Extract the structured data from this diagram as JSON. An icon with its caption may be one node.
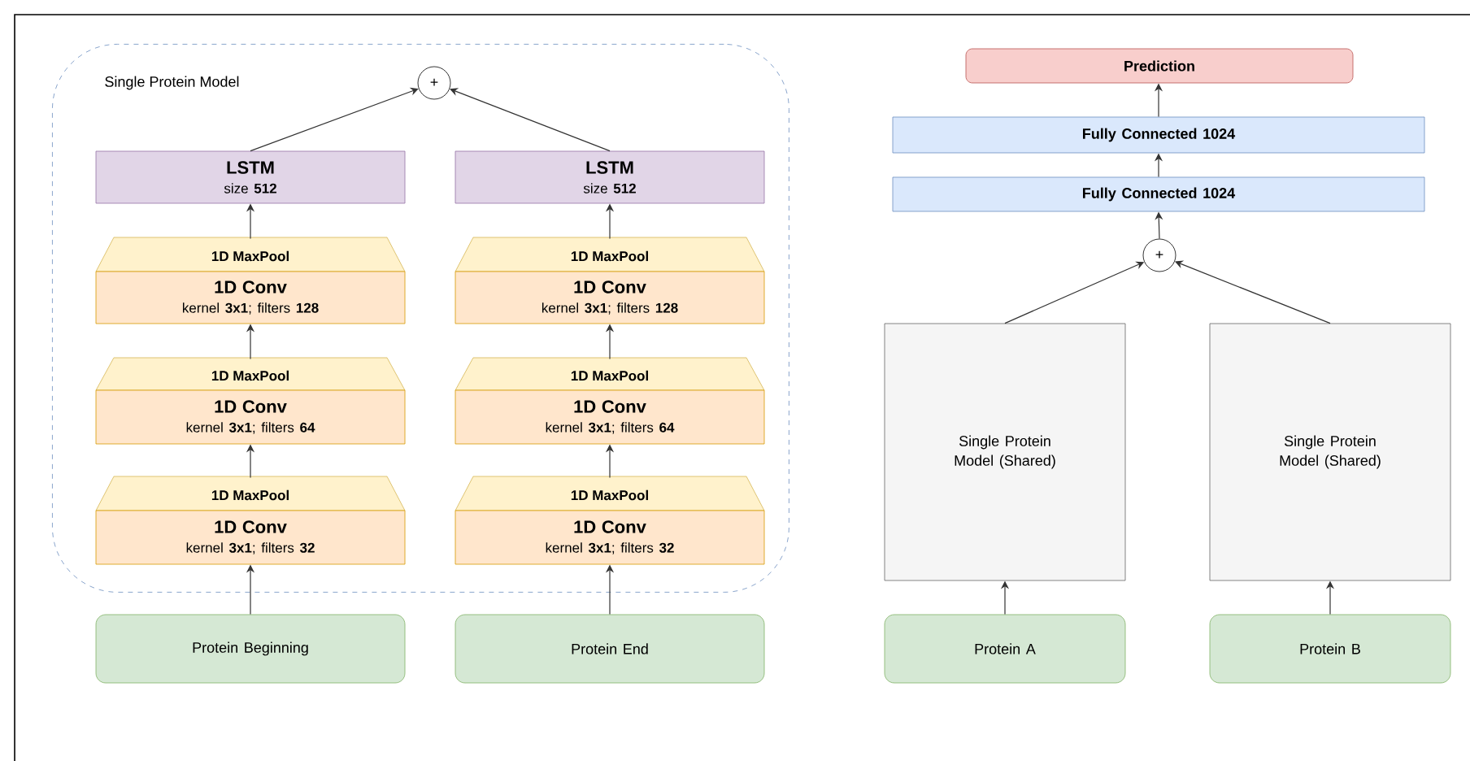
{
  "diagram": {
    "nodes": [
      {
        "text": [
          "Single Protein Model"
        ]
      },
      {
        "text": [
          "+"
        ],
        "in": 0
      },
      {
        "text": [
          "LSTM",
          "size **512**"
        ],
        "in": 0
      },
      {
        "text": [
          "LSTM",
          "size **512**"
        ],
        "in": 0
      },
      {
        "text": [
          "1D MaxPool"
        ],
        "in": 0
      },
      {
        "text": [
          "1D MaxPool"
        ],
        "in": 0
      },
      {
        "text": [
          "1D Conv",
          "kernel **3x1**; filters **128**"
        ],
        "in": 0
      },
      {
        "text": [
          "1D Conv",
          "kernel **3x1**; filters **128**"
        ],
        "in": 0
      },
      {
        "text": [
          "1D MaxPool"
        ],
        "in": 0
      },
      {
        "text": [
          "1D MaxPool"
        ],
        "in": 0
      },
      {
        "text": [
          "1D Conv",
          "kernel **3x1**; filters **64**"
        ],
        "in": 0
      },
      {
        "text": [
          "1D Conv",
          "kernel **3x1**; filters **64**"
        ],
        "in": 0
      },
      {
        "text": [
          "1D MaxPool"
        ],
        "in": 0
      },
      {
        "text": [
          "1D MaxPool"
        ],
        "in": 0
      },
      {
        "text": [
          "1D Conv",
          "kernel **3x1**; filters **32**"
        ],
        "in": 0
      },
      {
        "text": [
          "1D Conv",
          "kernel **3x1**; filters **32**"
        ],
        "in": 0
      },
      {
        "text": [
          "Protein Beginning"
        ]
      },
      {
        "text": [
          "Protein End"
        ]
      },
      {
        "text": [
          "Prediction"
        ]
      },
      {
        "text": [
          "Fully Connected 1024"
        ]
      },
      {
        "text": [
          "Fully Connected 1024"
        ]
      },
      {
        "text": [
          "+"
        ]
      },
      {
        "text": [
          "Single Protein Model (Shared)"
        ]
      },
      {
        "text": [
          "Single Protein Model (Shared)"
        ]
      },
      {
        "text": [
          "Protein A"
        ]
      },
      {
        "text": [
          "Protein B"
        ]
      }
    ],
    "edges": [
      {
        "from": 2,
        "to": 1,
        "arrow": "to"
      },
      {
        "from": 3,
        "to": 1,
        "arrow": "to"
      },
      {
        "from": 4,
        "to": 2,
        "arrow": "to"
      },
      {
        "from": 5,
        "to": 3,
        "arrow": "to"
      },
      {
        "from": 8,
        "to": 6,
        "arrow": "to"
      },
      {
        "from": 9,
        "to": 7,
        "arrow": "to"
      },
      {
        "from": 12,
        "to": 10,
        "arrow": "to"
      },
      {
        "from": 13,
        "to": 11,
        "arrow": "to"
      },
      {
        "from": 16,
        "to": 14,
        "arrow": "to"
      },
      {
        "from": 17,
        "to": 15,
        "arrow": "to"
      },
      {
        "from": 19,
        "to": 18,
        "arrow": "to"
      },
      {
        "from": 20,
        "to": 19,
        "arrow": "to"
      },
      {
        "from": 21,
        "to": 20,
        "arrow": "to"
      },
      {
        "from": 22,
        "to": 21,
        "arrow": "to"
      },
      {
        "from": 23,
        "to": 21,
        "arrow": "to"
      },
      {
        "from": 24,
        "to": 22,
        "arrow": "to"
      },
      {
        "from": 25,
        "to": 23,
        "arrow": "to"
      }
    ]
  }
}
